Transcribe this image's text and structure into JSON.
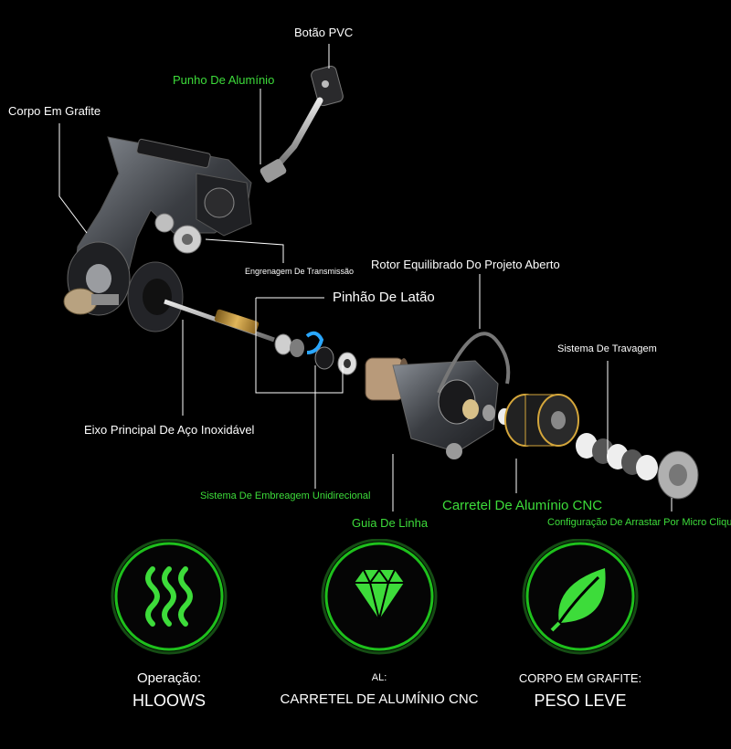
{
  "labels": {
    "botao_pvc": "Botão PVC",
    "punho": "Punho De Alumínio",
    "corpo": "Corpo Em Grafite",
    "engrenagem": "Engrenagem De Transmissão",
    "rotor": "Rotor Equilibrado Do Projeto Aberto",
    "pinhao": "Pinhão De Latão",
    "travagem": "Sistema De Travagem",
    "eixo": "Eixo Principal De Aço Inoxidável",
    "embreagem": "Sistema De Embreagem Unidirecional",
    "carretel": "Carretel De Alumínio CNC",
    "guia": "Guia De Linha",
    "arrastar": "Configuração De Arrastar Por Micro Clique"
  },
  "features": [
    {
      "title": "Operação:",
      "value": "HLOOWS",
      "icon": "heat-waves-icon"
    },
    {
      "title": "AL:",
      "value": "CARRETEL DE ALUMÍNIO CNC",
      "icon": "diamond-icon"
    },
    {
      "title": "CORPO EM GRAFITE:",
      "value": "PESO LEVE",
      "icon": "leaf-icon"
    }
  ],
  "colors": {
    "background": "#000000",
    "accent_green": "#3ddc3a",
    "label_white": "#ffffff"
  }
}
